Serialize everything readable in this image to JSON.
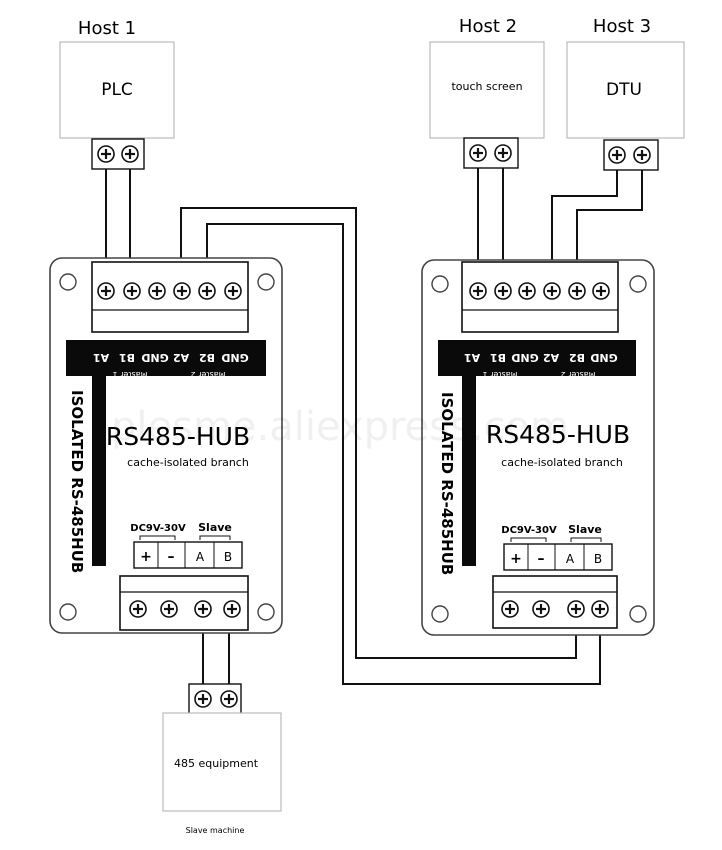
{
  "hosts": [
    {
      "title": "Host 1",
      "device": "PLC"
    },
    {
      "title": "Host 2",
      "device": "touch screen"
    },
    {
      "title": "Host 3",
      "device": "DTU"
    }
  ],
  "hub": {
    "name": "RS485-HUB",
    "subtitle": "cache-isolated branch",
    "side_label": "ISOLATED RS-485HUB",
    "pins": [
      "A1",
      "B1",
      "GND",
      "A2",
      "B2",
      "GND"
    ],
    "master1": "Master 1",
    "master2": "Master 2",
    "power_label": "DC9V-30V",
    "slave_label": "Slave",
    "power_pins": [
      "+",
      "–"
    ],
    "slave_pins": [
      "A",
      "B"
    ]
  },
  "slave_device": {
    "name": "485 equipment",
    "caption": "Slave machine"
  },
  "watermark": "plesme.aliexpress.com",
  "colors": {
    "line": "#111111",
    "box_border": "#bbbbbb",
    "board_border": "#444444",
    "black_strip": "#0a0a0a"
  }
}
